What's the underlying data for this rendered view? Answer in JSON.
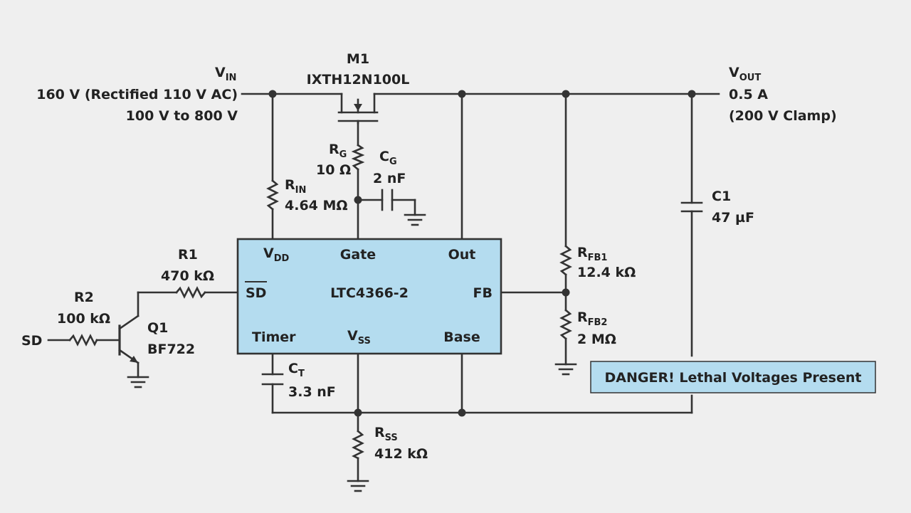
{
  "labels": {
    "vin": "V",
    "vin_sub": "IN",
    "vin_line1": "160 V (Rectified 110 V AC)",
    "vin_line2": "100 V to 800 V",
    "m1_name": "M1",
    "m1_part": "IXTH12N100L",
    "vout": "V",
    "vout_sub": "OUT",
    "vout_line1": "0.5 A",
    "vout_line2": "(200 V Clamp)",
    "rg": "R",
    "rg_sub": "G",
    "rg_val": "10 Ω",
    "cg": "C",
    "cg_sub": "G",
    "cg_val": "2 nF",
    "rin": "R",
    "rin_sub": "IN",
    "rin_val": "4.64 MΩ",
    "c1": "C1",
    "c1_val": "47 µF",
    "r1": "R1",
    "r1_val": "470 kΩ",
    "r2": "R2",
    "r2_val": "100 kΩ",
    "q1": "Q1",
    "q1_part": "BF722",
    "sd": "SD",
    "rfb1": "R",
    "rfb1_sub": "FB1",
    "rfb1_val": "12.4 kΩ",
    "rfb2": "R",
    "rfb2_sub": "FB2",
    "rfb2_val": "2 MΩ",
    "ct": "C",
    "ct_sub": "T",
    "ct_val": "3.3 nF",
    "rss": "R",
    "rss_sub": "SS",
    "rss_val": "412 kΩ",
    "warning": "DANGER! Lethal Voltages Present"
  },
  "ic": {
    "name": "LTC4366-2",
    "vdd": "V",
    "vdd_sub": "DD",
    "gate": "Gate",
    "out": "Out",
    "sd_bar": "SD",
    "fb": "FB",
    "timer": "Timer",
    "vss": "V",
    "vss_sub": "SS",
    "base": "Base"
  },
  "colors": {
    "ic_fill": "#b4dcef",
    "wire": "#333333",
    "background": "#efefef"
  }
}
